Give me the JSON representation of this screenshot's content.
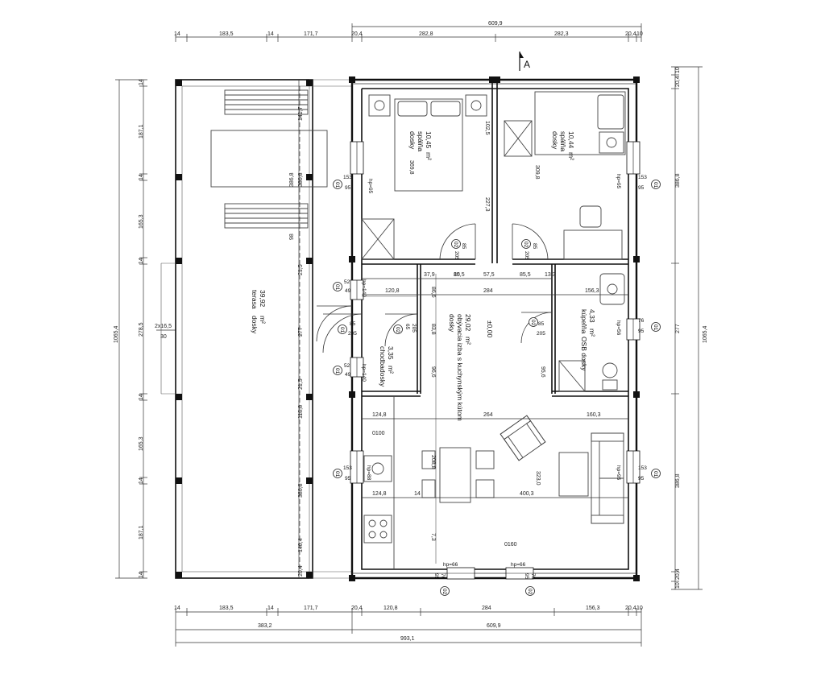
{
  "section_marker": "A",
  "rooms": {
    "spalna_left": {
      "area": "10,45",
      "unit": "m²",
      "name": "spálňa",
      "floor": "dosky",
      "dim": "369,8"
    },
    "spalna_right": {
      "area": "10,44",
      "unit": "m²",
      "name": "spálňa",
      "floor": "dosky",
      "dim": "309,8"
    },
    "terasa": {
      "area": "39,92",
      "unit": "m²",
      "name": "terasa",
      "floor": "dosky"
    },
    "obyvacia": {
      "area": "29,02",
      "unit": "m²",
      "name": "obývacia izba s kuchynským kútom",
      "floor": "dosky",
      "mark": "±0,00"
    },
    "chodba": {
      "area": "3,35",
      "unit": "m²",
      "name": "chodba",
      "floor": "dosky"
    },
    "kupelna": {
      "area": "4,33",
      "unit": "m²",
      "name": "kúpeľňa",
      "floor": "OSB dosky"
    }
  },
  "dims_top": [
    "14",
    "183,5",
    "14",
    "171,7",
    "20,4",
    "282,8",
    "282,3",
    "20,4",
    "10"
  ],
  "dim_top_total": "609,9",
  "dims_bottom_row1": [
    "14",
    "183,5",
    "14",
    "171,7",
    "20,4",
    "120,8",
    "284",
    "156,3",
    "20,4",
    "10"
  ],
  "dims_bottom_row2": [
    "383,2",
    "609,9"
  ],
  "dim_bottom_total": "993,1",
  "dims_left_outer": [
    "14",
    "187,1",
    "14",
    "165,3",
    "14",
    "278,5",
    "14",
    "165,3",
    "14",
    "187,1",
    "14"
  ],
  "dim_left_total": "1065,4",
  "dim_left_mid": "2x16,5",
  "dim_left_mid2": "30",
  "dims_left_inner": [
    "141,7",
    "386,8",
    "386,8",
    "98",
    "21,5",
    "277",
    "21,5",
    "118,8",
    "386,8",
    "140,4",
    "20,4"
  ],
  "dims_right_outer": [
    "10",
    "20,4",
    "386,8",
    "277",
    "386,8",
    "20,4",
    "10"
  ],
  "dim_right_total": "1065,4",
  "interior_dims": {
    "wall_10": "10",
    "d37_9": "37,9",
    "d85_5a": "85,5",
    "d57_5": "57,5",
    "d85_5b": "85,5",
    "d13_3": "13,3",
    "d120_8": "120,8",
    "d284a": "284",
    "d156_3": "156,3",
    "d124_8a": "124,8",
    "d264": "264",
    "d160_3": "160,3",
    "d124_8b": "124,8",
    "d14": "14",
    "d400_3": "400,3",
    "d323_0": "323,0",
    "d208_8": "208,8",
    "d227_3": "227,3",
    "d102_5": "102,5",
    "d96_6": "96,6",
    "d83_8": "83,8",
    "d98": "98",
    "d7_3": "7,3",
    "d86_6": "86,6",
    "d95_6": "95,6",
    "d0_100": "0100",
    "d0_160": "0160"
  },
  "tags": {
    "o1": "01",
    "o2": "02",
    "w153_95": [
      "153",
      "95"
    ],
    "d85_205": [
      "85",
      "205"
    ],
    "w52_49": [
      "52",
      "49"
    ],
    "w76_95": [
      "76",
      "95"
    ],
    "hp95": "hp=95",
    "hp140": "hp=140",
    "hp88": "hp=88",
    "hp66": "hp=66",
    "hp56": "hp=56",
    "d65_205": [
      "65",
      "205"
    ]
  }
}
